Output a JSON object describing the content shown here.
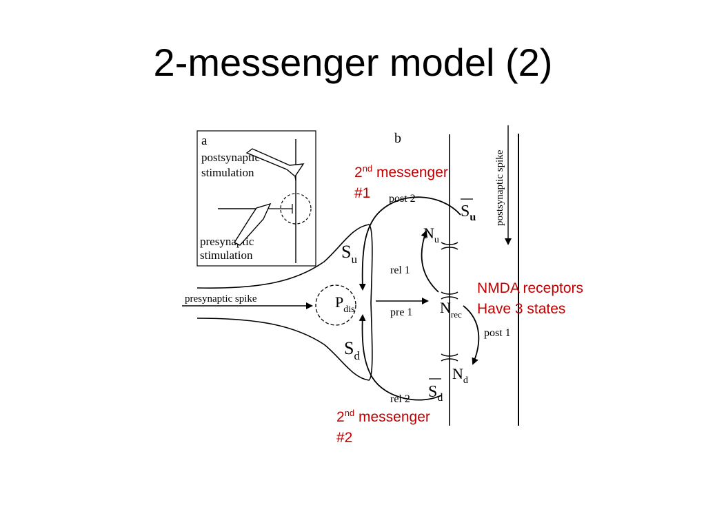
{
  "title": "2-messenger model (2)",
  "panel_a": {
    "letter": "a",
    "post_line1": "postsynaptic",
    "post_line2": "stimulation",
    "pre_line1": "presynaptic",
    "pre_line2": "stimulation"
  },
  "panel_b": {
    "letter": "b",
    "postsynaptic_spike": "postsynaptic spike",
    "presynaptic_spike": "presynaptic spike",
    "post2": "post 2",
    "post1": "post 1",
    "rel1": "rel 1",
    "rel2": "rel 2",
    "pre1": "pre 1",
    "S": "S",
    "N": "N",
    "P": "P",
    "sub_u": "u",
    "sub_d": "d",
    "sub_rec": "rec",
    "sub_dis": "dis"
  },
  "annotations": {
    "messenger1": {
      "prefix": "2",
      "sup": "nd",
      "word": " messenger",
      "num": "#1"
    },
    "messenger2": {
      "prefix": "2",
      "sup": "nd",
      "word": " messenger",
      "num": "#2"
    },
    "nmda_line1": "NMDA receptors",
    "nmda_line2": "Have 3 states"
  },
  "colors": {
    "annotation": "#c00000"
  }
}
